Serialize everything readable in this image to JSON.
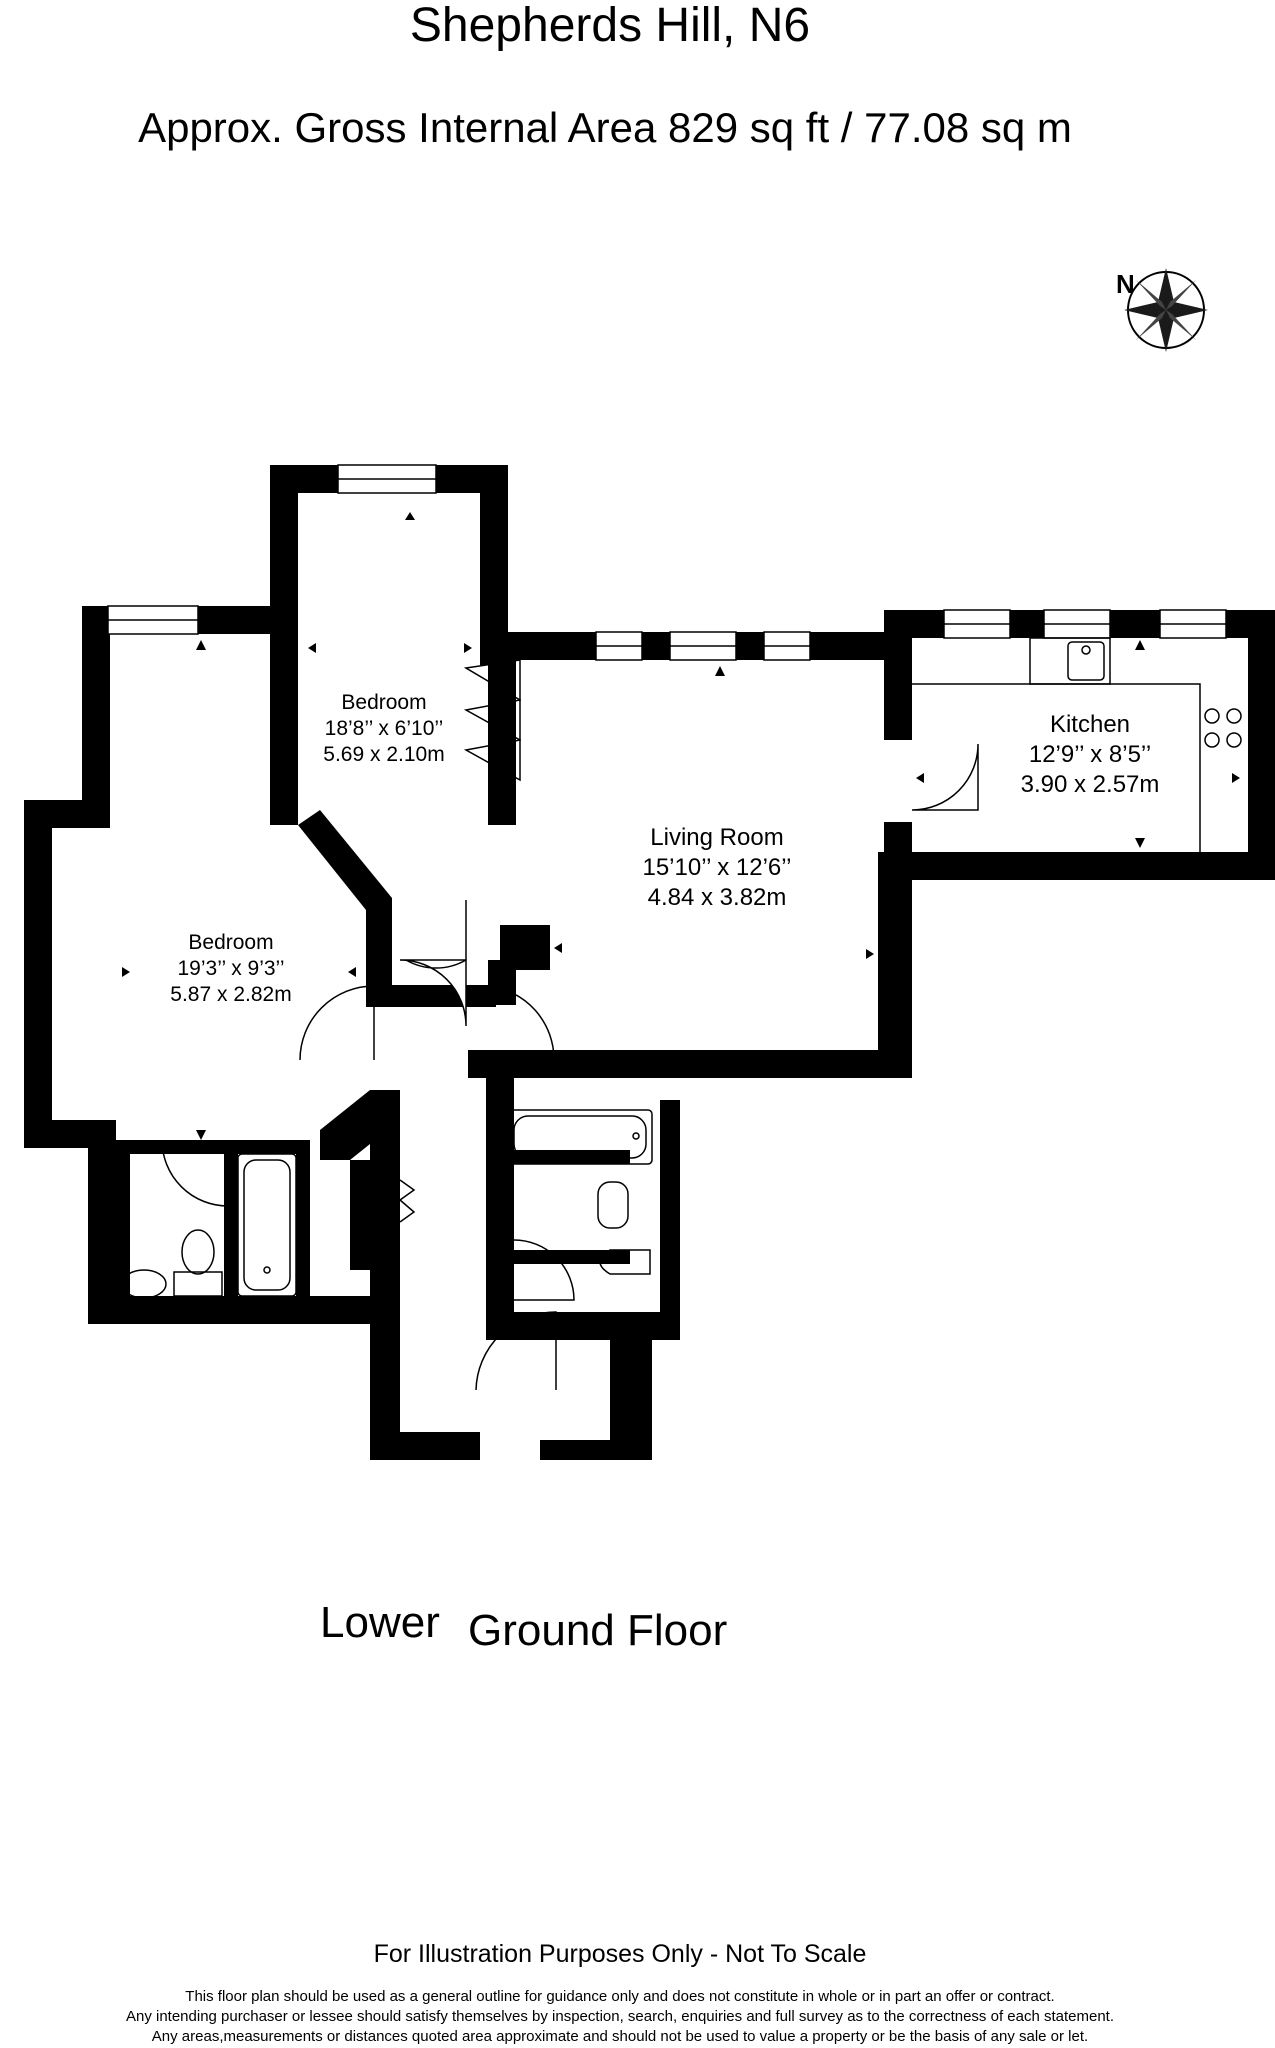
{
  "header": {
    "title": "Shepherds Hill, N6",
    "area": "Approx. Gross Internal Area  829 sq ft  /  77.08 sq m"
  },
  "compass": {
    "label": "N"
  },
  "rooms": {
    "bedroom_upper": {
      "name": "Bedroom",
      "imperial": "18’8’’ x 6’10’’",
      "metric": "5.69 x 2.10m"
    },
    "bedroom_lower": {
      "name": "Bedroom",
      "imperial": "19’3’’ x 9’3’’",
      "metric": "5.87 x 2.82m"
    },
    "living_room": {
      "name": "Living Room",
      "imperial": "15’10’’ x 12’6’’",
      "metric": "4.84 x 3.82m"
    },
    "kitchen": {
      "name": "Kitchen",
      "imperial": "12’9’’ x 8’5’’",
      "metric": "3.90 x 2.57m"
    }
  },
  "floor": {
    "word1": "Lower",
    "word2": "Ground Floor"
  },
  "footer": {
    "disclaimer": "For Illustration Purposes Only - Not To Scale",
    "fine_print": [
      "This floor plan should be used as a general outline for guidance only and does not constitute in whole or in part an offer or contract.",
      "Any intending purchaser or lessee should satisfy themselves by inspection, search, enquiries and full survey as to the correctness of each statement.",
      "Any areas,measurements or distances quoted area approximate and should not be used to value a property or be the basis of any sale or let."
    ]
  },
  "colors": {
    "wall": "#000000",
    "background": "#ffffff",
    "compass_fill": "#1a1a1a"
  }
}
